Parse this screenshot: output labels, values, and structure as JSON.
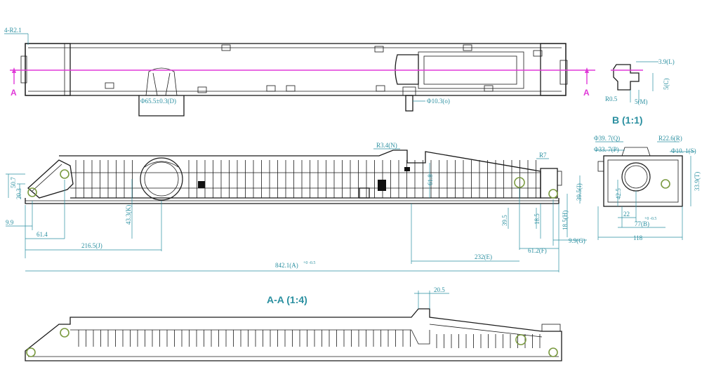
{
  "section_marks": {
    "a_left": "A",
    "a_right": "A"
  },
  "titles": {
    "detail_b": "B (1:1)",
    "section_aa": "A-A (1:4)"
  },
  "dims_top": {
    "r_corner": "4-R2.1",
    "dia_inlet": "Φ65.5±0.3(D)",
    "dia_pin": "Φ10.3(o)"
  },
  "dims_front": {
    "r34": "R3.4(N)",
    "r7": "R7",
    "h61_8": "61.8",
    "h50_7": "50.7",
    "h20_3": "20.3",
    "w9_9": "9.9",
    "w61_4": "61.4",
    "w216_5": "216.5(J)",
    "h43_3": "43.3(K)",
    "w39_5": "39.5",
    "w18_5": "18.5",
    "h18_5h": "18.5(H)",
    "h39_5i": "39.5(I)",
    "w232": "232(E)",
    "w61_2": "61.2(F)",
    "w9_9g": "9.9(G)",
    "w842": "842.1(A)",
    "tol842": "+0 -0.5"
  },
  "dims_detail_b": {
    "d39_7": "Φ39. 7(Q)",
    "d33_7": "Φ33. 7(P)",
    "r22_6": "R22.6(R)",
    "d10_1": "Φ10. 1(S)",
    "h42_5": "42.5",
    "h33_9": "33.9(T)",
    "w22": "22",
    "w77": "77(B)",
    "tol77": "+0 -0.5",
    "w118": "118"
  },
  "dims_section_detail": {
    "d3_9": "3.9(L)",
    "d5c": "5(C)",
    "d5m": "5(M)",
    "r0_5": "R0.5"
  },
  "dims_section": {
    "w20_5": "20.5"
  }
}
